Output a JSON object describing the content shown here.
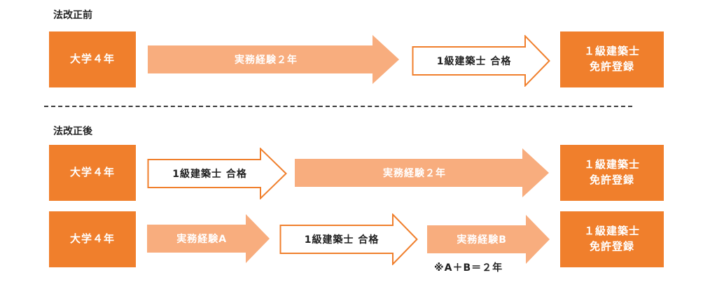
{
  "before": {
    "title": "法改正前",
    "start": "大学４年",
    "step1": "実務経験２年",
    "step2": "1級建築士 合格",
    "end": "１級建築士\n免許登録"
  },
  "after": {
    "title": "法改正後",
    "route1": {
      "start": "大学４年",
      "step1": "1級建築士 合格",
      "step2": "実務経験２年",
      "end": "１級建築士\n免許登録"
    },
    "route2": {
      "start": "大学４年",
      "step1": "実務経験A",
      "step2": "1級建築士 合格",
      "step3": "実務経験B",
      "end": "１級建築士\n免許登録",
      "note": "※A＋B＝２年"
    }
  },
  "colors": {
    "box_orange": "#f07f2c",
    "arrow_light_orange": "#f8ad7e",
    "outline_orange": "#f07f2c"
  }
}
